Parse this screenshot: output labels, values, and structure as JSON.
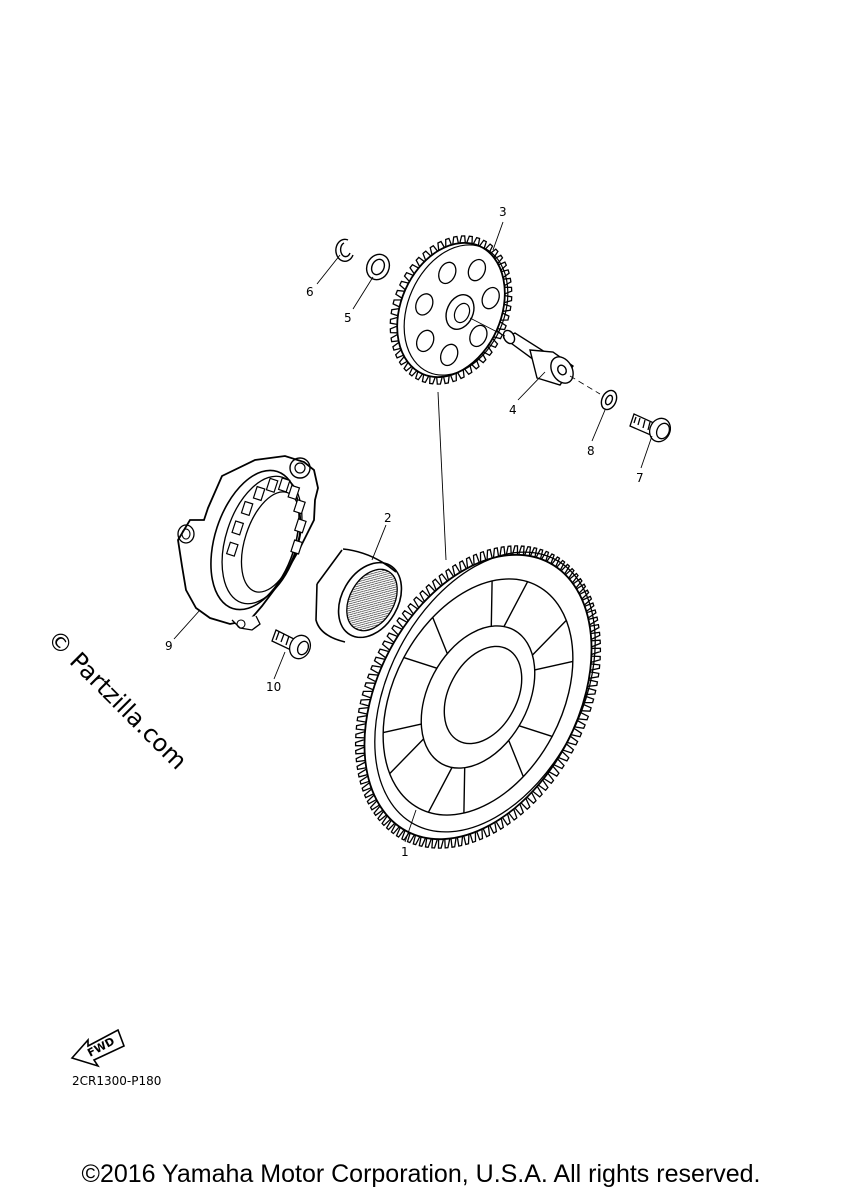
{
  "callouts": {
    "c1": "1",
    "c2": "2",
    "c3": "3",
    "c4": "4",
    "c5": "5",
    "c6": "6",
    "c7": "7",
    "c8": "8",
    "c9": "9",
    "c10": "10"
  },
  "fwd_label": "FWD",
  "watermark": "© Partzilla.com",
  "part_code": "2CR1300-P180",
  "copyright": "©2016 Yamaha Motor Corporation, U.S.A. All rights reserved."
}
